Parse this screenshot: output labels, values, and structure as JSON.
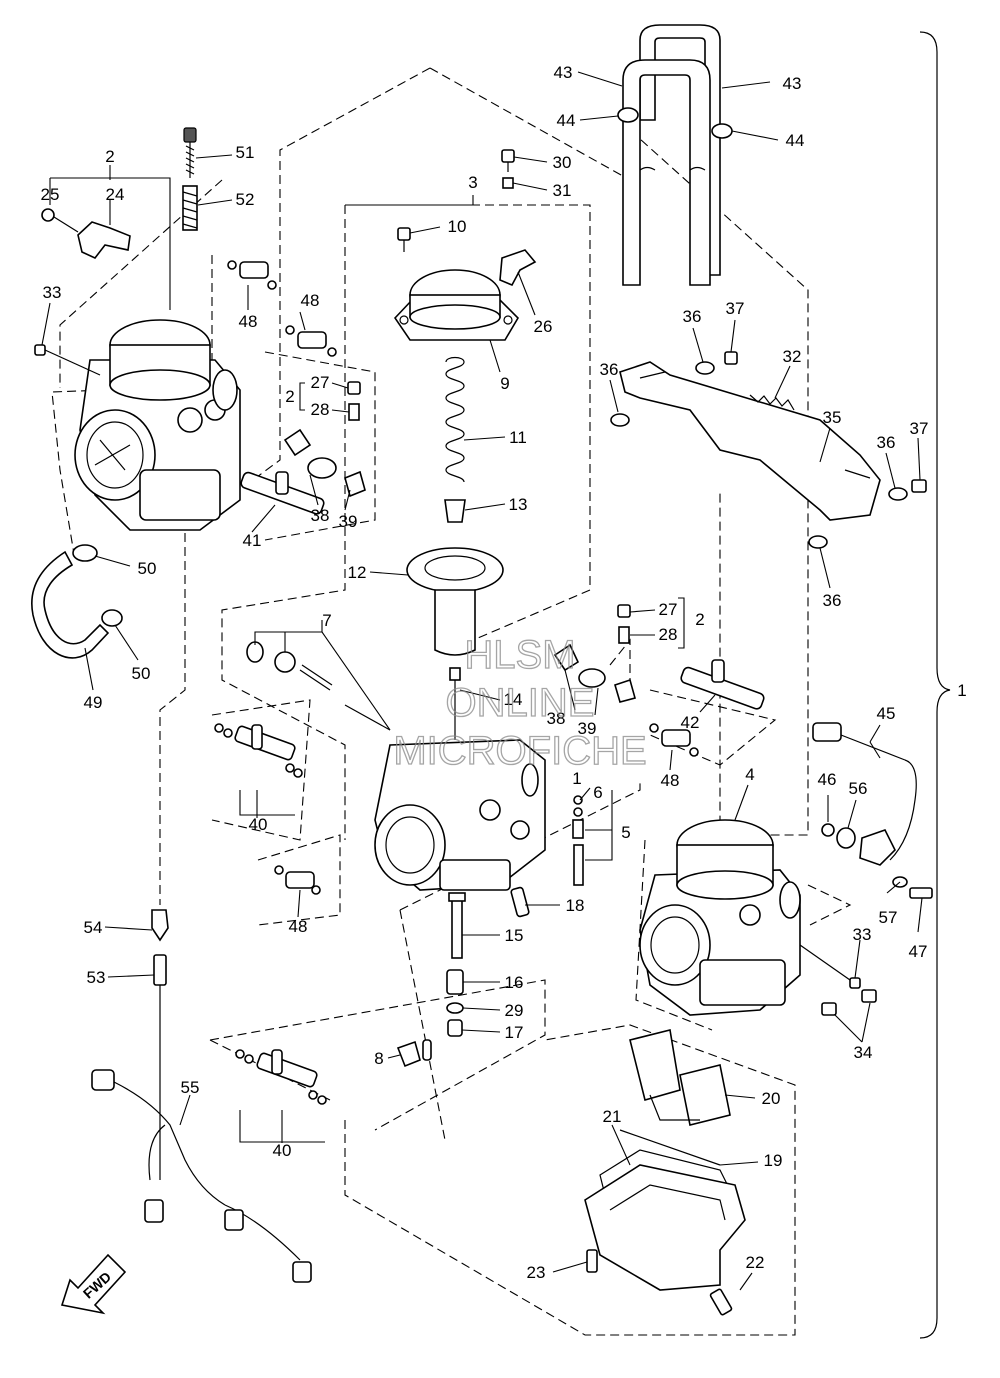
{
  "watermark": {
    "line1": "HLSM",
    "line2": "ONLINE",
    "line3": "MICROFICHE"
  },
  "direction_arrow": {
    "label": "FWD",
    "icon": "fwd-arrow-icon"
  },
  "assembly_bracket_label": "1",
  "callouts": {
    "n2a": "2",
    "n24": "24",
    "n25": "25",
    "n51": "51",
    "n52": "52",
    "n33a": "33",
    "n48a": "48",
    "n48b": "48",
    "n2b": "2",
    "n27a": "27",
    "n28a": "28",
    "n38a": "38",
    "n39a": "39",
    "n41": "41",
    "n50a": "50",
    "n50b": "50",
    "n49": "49",
    "n3": "3",
    "n30": "30",
    "n31": "31",
    "n10": "10",
    "n26": "26",
    "n9": "9",
    "n11": "11",
    "n13": "13",
    "n12": "12",
    "n43a": "43",
    "n43b": "43",
    "n44a": "44",
    "n44b": "44",
    "n36a": "36",
    "n37a": "37",
    "n36b": "36",
    "n32": "32",
    "n35": "35",
    "n36c": "36",
    "n37b": "37",
    "n36d": "36",
    "n7": "7",
    "n14": "14",
    "n27b": "27",
    "n2c": "2",
    "n28b": "28",
    "n38b": "38",
    "n39b": "39",
    "n42": "42",
    "n48c": "48",
    "n45": "45",
    "n40a": "40",
    "n4": "4",
    "n6a": "1",
    "n6": "6",
    "n5": "5",
    "n46": "46",
    "n56": "56",
    "n57": "57",
    "n47": "47",
    "n48d": "48",
    "n18": "18",
    "n15": "15",
    "n16": "16",
    "n29": "29",
    "n17": "17",
    "n33b": "33",
    "n34": "34",
    "n54": "54",
    "n53": "53",
    "n8": "8",
    "n20": "20",
    "n55": "55",
    "n21": "21",
    "n19": "19",
    "n40b": "40",
    "n23": "23",
    "n22": "22"
  }
}
